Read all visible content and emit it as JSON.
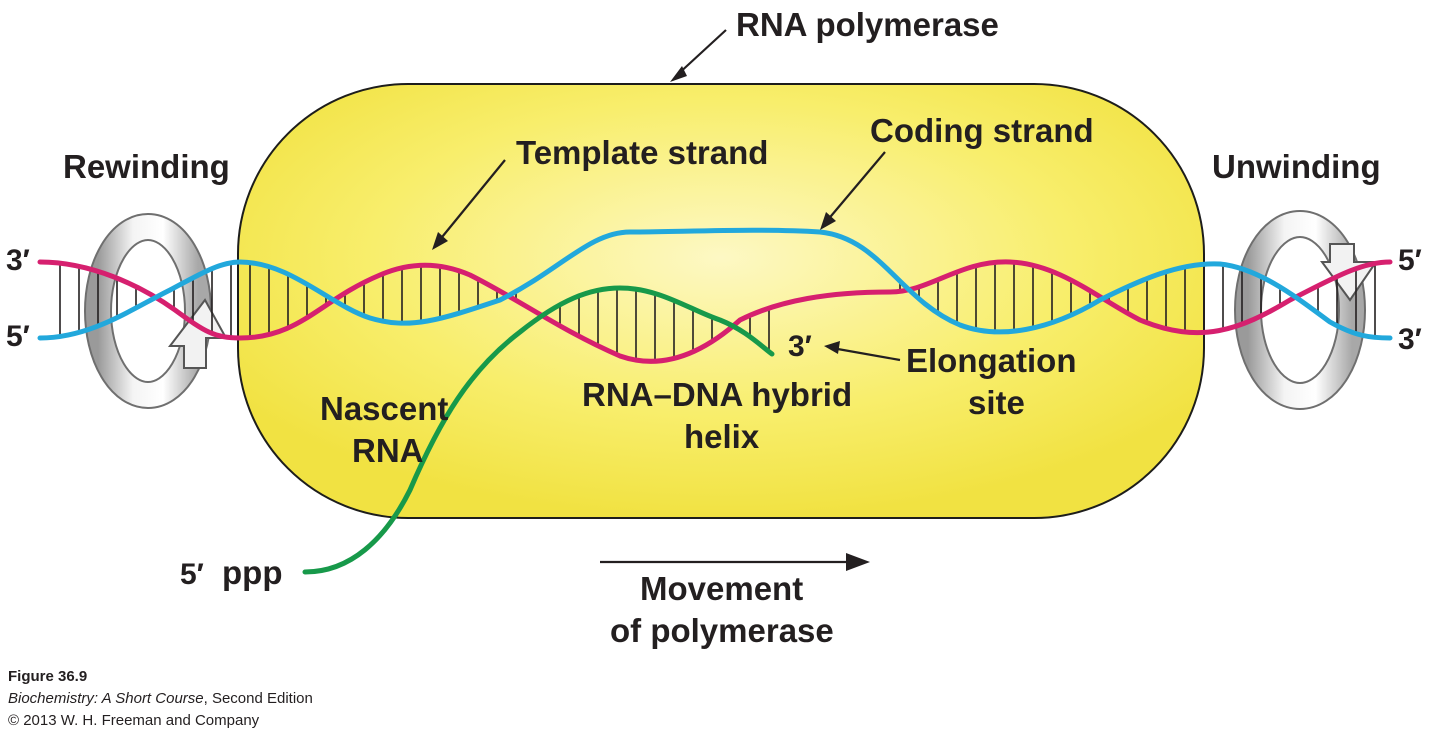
{
  "labels": {
    "rna_polymerase": "RNA polymerase",
    "template_strand": "Template strand",
    "coding_strand": "Coding strand",
    "rewinding": "Rewinding",
    "unwinding": "Unwinding",
    "nascent_rna_line1": "Nascent",
    "nascent_rna_line2": "RNA",
    "hybrid_line1": "RNA–DNA hybrid",
    "hybrid_line2": "helix",
    "elongation_line1": "Elongation",
    "elongation_line2": "site",
    "movement_line1": "Movement",
    "movement_line2": "of polymerase"
  },
  "ends": {
    "left_top": "3′",
    "left_bottom": "5′",
    "right_top": "5′",
    "right_bottom": "3′",
    "rna_3prime": "3′",
    "rna_5prime": "5′",
    "ppp": "ppp"
  },
  "caption": {
    "figure": "Figure 36.9",
    "source_italic": "Biochemistry: A Short Course",
    "source_rest": ", Second Edition",
    "copyright": "© 2013 W. H. Freeman and Company"
  },
  "colors": {
    "polymerase_fill": "#f7ec5a",
    "polymerase_highlight": "#fbf5a8",
    "template_strand": "#d6206f",
    "coding_strand": "#22a8dc",
    "rna_strand": "#17994a",
    "ppp": "#d6206f",
    "text": "#231f20",
    "ring": "#d0d0d0"
  }
}
